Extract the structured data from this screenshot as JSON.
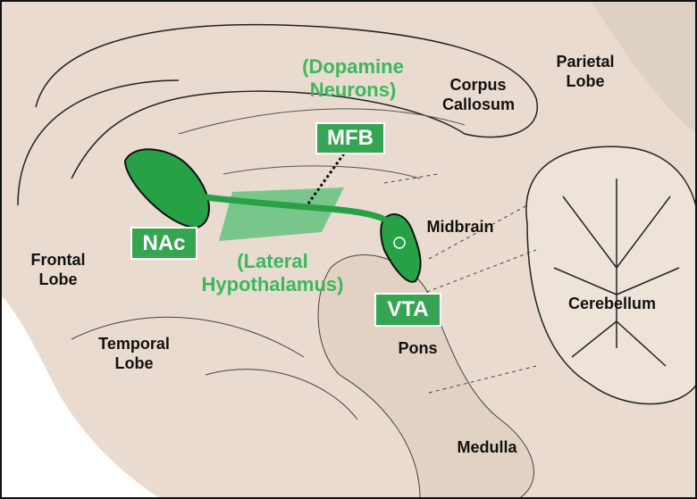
{
  "labels": {
    "parietal_lobe": "Parietal\nLobe",
    "corpus_callosum": "Corpus\nCallosum",
    "midbrain": "Midbrain",
    "frontal_lobe": "Frontal\nLobe",
    "cerebellum": "Cerebellum",
    "temporal_lobe": "Temporal\nLobe",
    "pons": "Pons",
    "medulla": "Medulla"
  },
  "green_labels": {
    "dopamine_neurons": "(Dopamine\nNeurons)",
    "lateral_hypothalamus": "(Lateral\nHypothalamus)"
  },
  "boxes": {
    "mfb": "MFB",
    "nac": "NAc",
    "vta": "VTA"
  },
  "colors": {
    "tissue": "#e9dbcf",
    "green_fill": "#27a146",
    "box_green": "#35a552",
    "label_green": "#3cb85c"
  }
}
